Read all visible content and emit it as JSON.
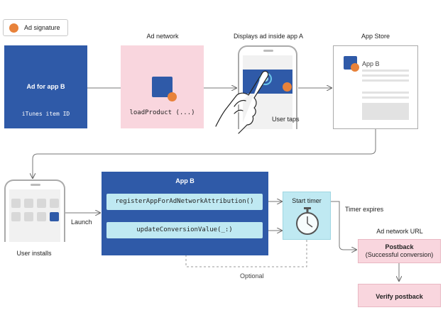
{
  "legend": {
    "label": "Ad signature"
  },
  "ad_box": {
    "title": "Ad for app B",
    "subtitle": "iTunes item ID"
  },
  "ad_network": {
    "caption": "Ad network",
    "call": "loadProduct (...)"
  },
  "phone_a": {
    "caption": "Displays ad inside app A",
    "note": "User taps"
  },
  "app_store": {
    "caption": "App Store",
    "app_name": "App B"
  },
  "install": {
    "caption": "User installs",
    "launch_label": "Launch"
  },
  "app_b": {
    "title": "App B",
    "register_call": "registerAppForAdNetworkAttribution()",
    "update_call": "updateConversionValue(_:)"
  },
  "timer": {
    "label": "Start timer",
    "expires_label": "Timer expires",
    "optional_label": "Optional"
  },
  "ad_network_url": {
    "caption": "Ad network URL",
    "postback_title": "Postback",
    "postback_sub": "(Successful conversion)",
    "verify": "Verify postback"
  },
  "colors": {
    "blue": "#2f5aa8",
    "pink": "#f9d6de",
    "orange": "#e8823a",
    "light_blue": "#bfe9f2"
  }
}
